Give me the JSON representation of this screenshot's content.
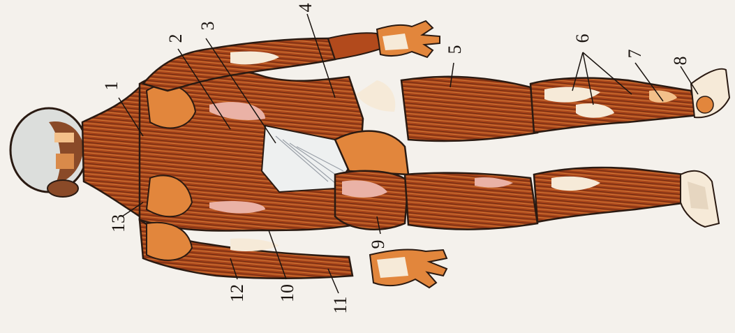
{
  "diagram": {
    "labels": [
      {
        "id": "1",
        "text": "1"
      },
      {
        "id": "2",
        "text": "2"
      },
      {
        "id": "3",
        "text": "3"
      },
      {
        "id": "4",
        "text": "4"
      },
      {
        "id": "5",
        "text": "5"
      },
      {
        "id": "6",
        "text": "6"
      },
      {
        "id": "7",
        "text": "7"
      },
      {
        "id": "8",
        "text": "8"
      },
      {
        "id": "9",
        "text": "9"
      },
      {
        "id": "10",
        "text": "10"
      },
      {
        "id": "11",
        "text": "11"
      },
      {
        "id": "12",
        "text": "12"
      },
      {
        "id": "13",
        "text": "13"
      }
    ],
    "colors": {
      "background": "#f4f1ec",
      "muscle_dark": "#6b2a12",
      "muscle_mid": "#b24a1c",
      "muscle_light": "#e2863c",
      "muscle_highlight": "#f3c08a",
      "tendon": "#f6ead8",
      "pink": "#eab2a6",
      "outline": "#2a1a12"
    }
  }
}
